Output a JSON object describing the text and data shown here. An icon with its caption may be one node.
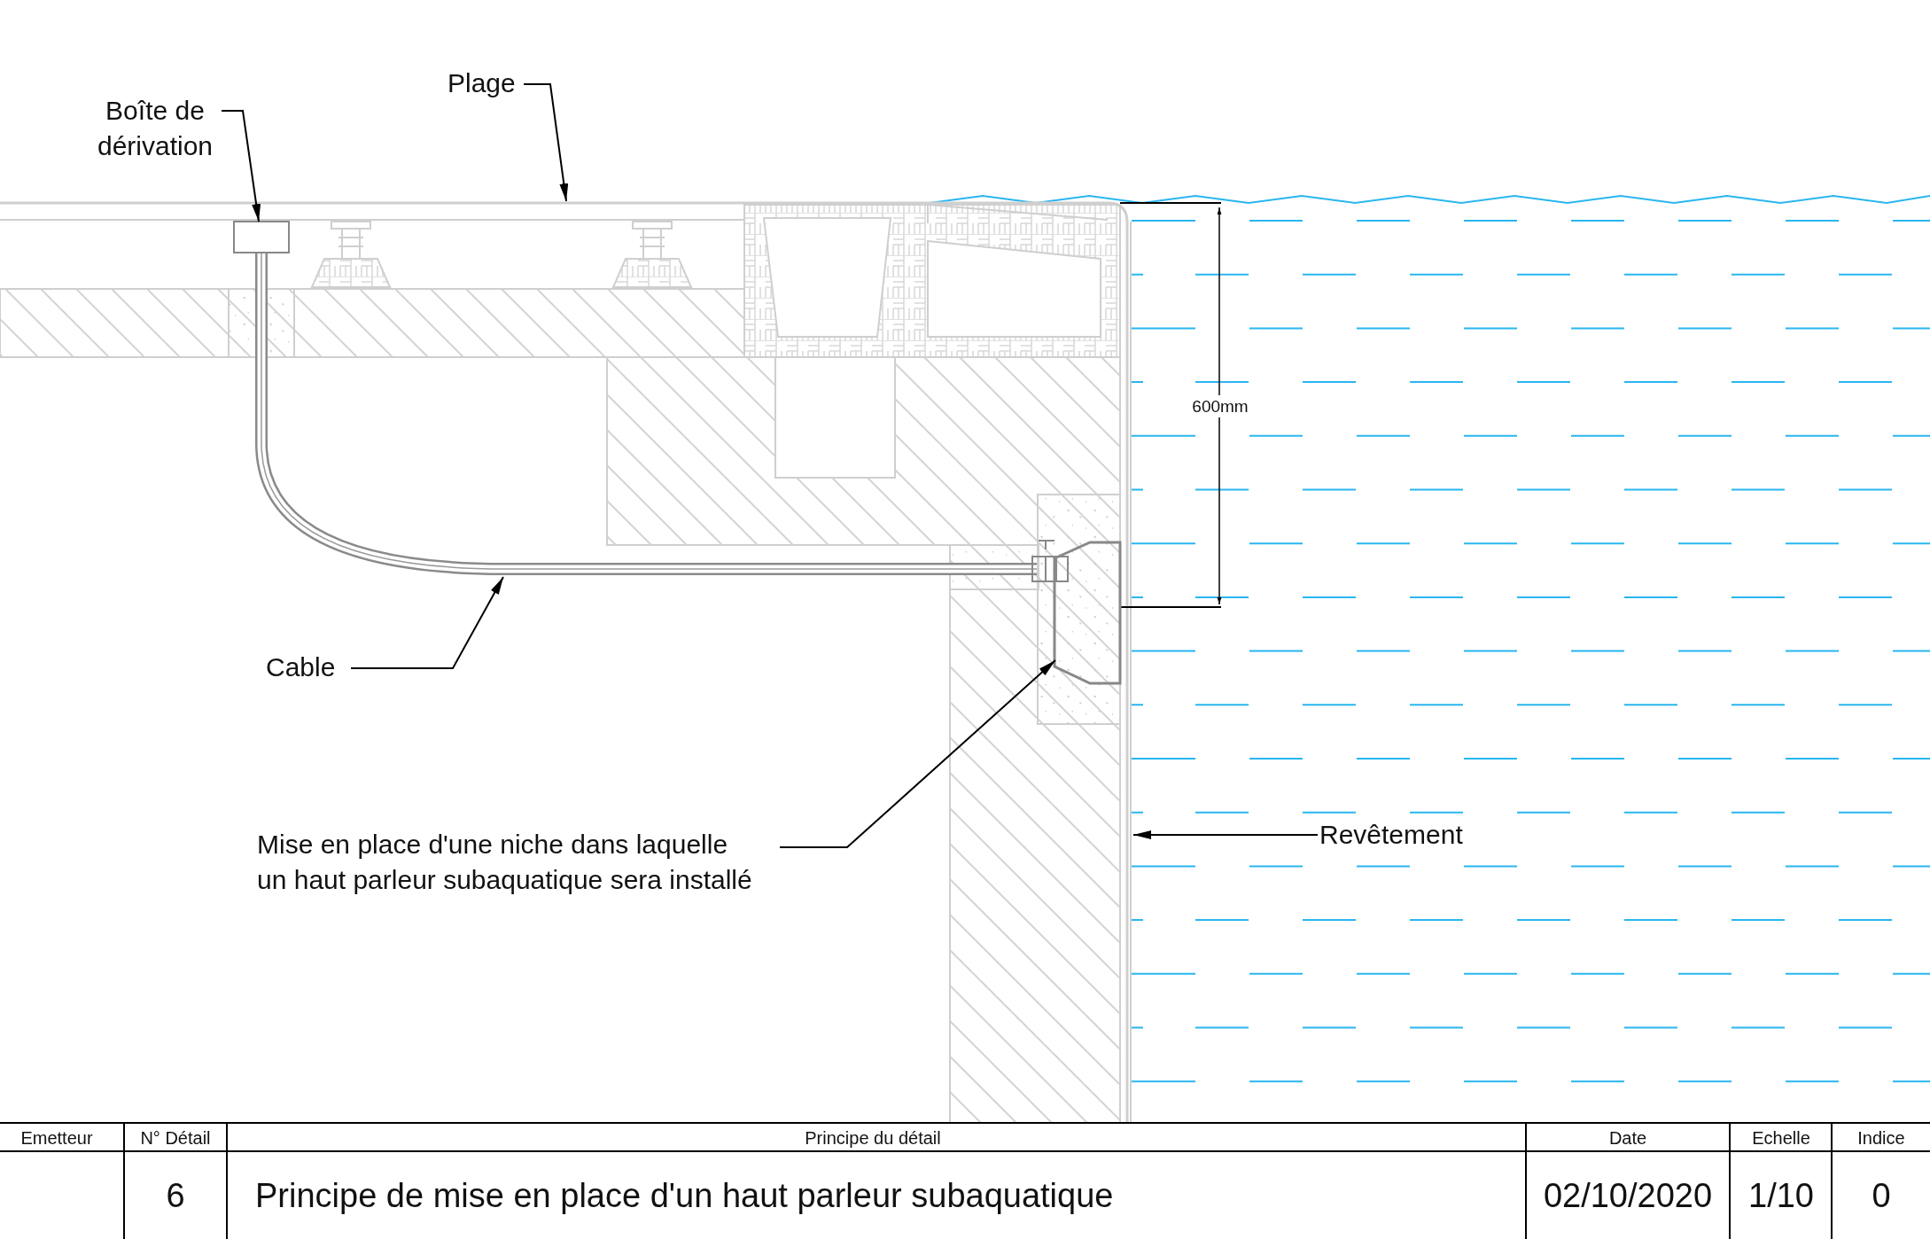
{
  "diagram": {
    "nodes": [
      {
        "text": [
          "Plage"
        ]
      },
      {
        "text": [
          "Boîte de dérivation"
        ]
      },
      {
        "text": [],
        "shape": "box"
      },
      {
        "text": [],
        "shape": "box"
      },
      {
        "text": [
          "Cable"
        ]
      },
      {
        "text": [
          "Mise en place d'une niche dans laquelle un haut parleur subaquatique sera installé"
        ]
      },
      {
        "text": [
          "Revêtement"
        ]
      }
    ],
    "edges": [
      {
        "from": 0,
        "to": null,
        "arrow": "to"
      },
      {
        "from": 1,
        "to": 2,
        "arrow": "to"
      },
      {
        "from": 4,
        "to": null,
        "arrow": "to"
      },
      {
        "from": 5,
        "to": 3,
        "arrow": "to"
      },
      {
        "from": 6,
        "to": null,
        "arrow": "to"
      }
    ],
    "labels": [
      "600mm",
      "Emetteur",
      "N° Détail",
      "Principe du détail",
      "Date",
      "Echelle",
      "Indice",
      "6",
      "Principe de mise en place d'un haut parleur subaquatique",
      "02/10/2020",
      "1/10",
      "0"
    ]
  }
}
